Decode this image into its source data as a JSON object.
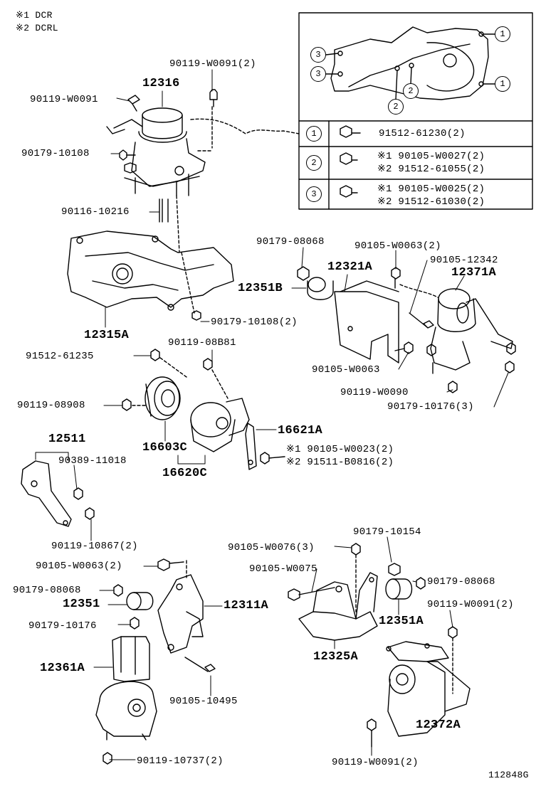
{
  "notes": [
    "※1  DCR",
    "※2  DCRL"
  ],
  "inset": {
    "callouts": [
      "1",
      "1",
      "2",
      "2",
      "3",
      "3"
    ],
    "legend": [
      {
        "num": "1",
        "lines": [
          "91512-61230(2)"
        ]
      },
      {
        "num": "2",
        "lines": [
          "※1 90105-W0027(2)",
          "※2 91512-61055(2)"
        ]
      },
      {
        "num": "3",
        "lines": [
          "※1 90105-W0025(2)",
          "※2 91512-61030(2)"
        ]
      }
    ]
  },
  "labels": {
    "p_12316": "12316",
    "p_90119_W0091_2_a": "90119-W0091(2)",
    "p_90119_W0091_a": "90119-W0091",
    "p_90179_10108": "90179-10108",
    "p_90116_10216": "90116-10216",
    "p_12315A": "12315A",
    "p_90179_10108_2": "90179-10108(2)",
    "p_90179_08068_a": "90179-08068",
    "p_90105_W0063_2_a": "90105-W0063(2)",
    "p_90105_12342": "90105-12342",
    "p_12321A": "12321A",
    "p_12371A": "12371A",
    "p_12351B": "12351B",
    "p_90105_W0063": "90105-W0063",
    "p_90119_W0090": "90119-W0090",
    "p_90179_10176_3": "90179-10176(3)",
    "p_91512_61235": "91512-61235",
    "p_90119_08B81": "90119-08B81",
    "p_90119_08908": "90119-08908",
    "p_16621A": "16621A",
    "p_16603C": "16603C",
    "p_16620C": "16620C",
    "p_alt1_90105_W0023": "※1 90105-W0023(2)",
    "p_alt2_91511_B0816": "※2 91511-B0816(2)",
    "p_12511": "12511",
    "p_90389_11018": "90389-11018",
    "p_90119_10867_2": "90119-10867(2)",
    "p_90179_10154": "90179-10154",
    "p_90105_W0076_3": "90105-W0076(3)",
    "p_90105_W0063_2_b": "90105-W0063(2)",
    "p_90105_W0075": "90105-W0075",
    "p_90179_08068_b": "90179-08068",
    "p_90179_08068_c": "90179-08068",
    "p_12311A": "12311A",
    "p_12351": "12351",
    "p_90119_W0091_2_b": "90119-W0091(2)",
    "p_12351A": "12351A",
    "p_90179_10176": "90179-10176",
    "p_12325A": "12325A",
    "p_12361A": "12361A",
    "p_90105_10495": "90105-10495",
    "p_12372A": "12372A",
    "p_90119_10737_2": "90119-10737(2)",
    "p_90119_W0091_2_c": "90119-W0091(2)"
  },
  "figure_id": "112848G"
}
